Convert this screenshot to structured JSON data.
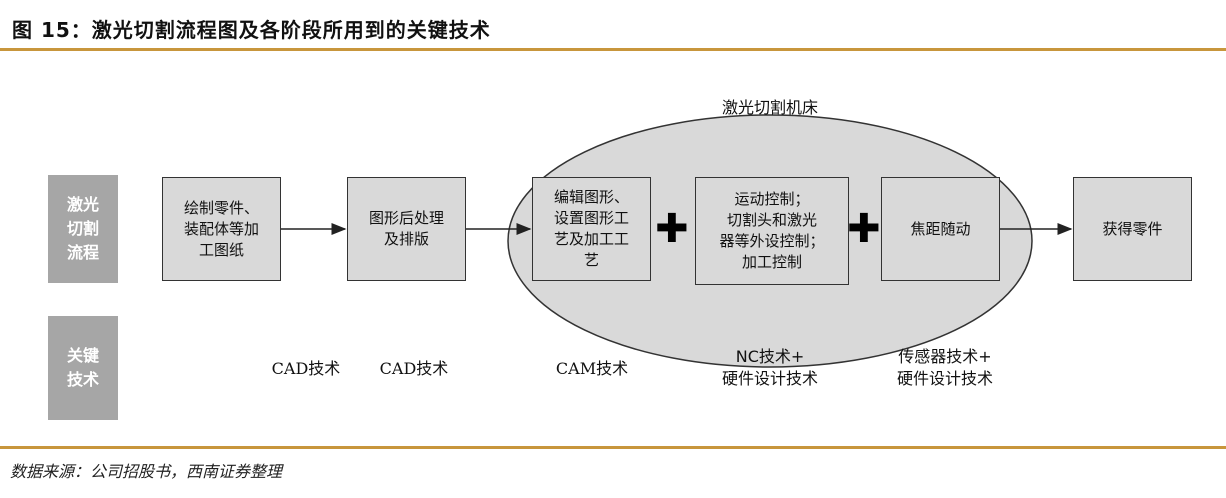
{
  "title": "图 15：激光切割流程图及各阶段所用到的关键技术",
  "source": "数据来源：公司招股书，西南证券整理",
  "machine_label": "激光切割机床",
  "side_labels": {
    "flow": "激光\n切割\n流程",
    "tech": "关键\n技术"
  },
  "steps": [
    "绘制零件、\n装配体等加\n工图纸",
    "图形后处理\n及排版",
    "编辑图形、\n设置图形工\n艺及加工工\n艺",
    "运动控制；\n切割头和激光\n器等外设控制；\n加工控制",
    "焦距随动",
    "获得零件"
  ],
  "plus_symbols": [
    "✚",
    "✚"
  ],
  "technologies": [
    "CAD技术",
    "CAD技术",
    "CAM技术",
    "NC技术+\n硬件设计技术",
    "传感器技术+\n硬件设计技术"
  ],
  "colors": {
    "rule": "#c8963c",
    "side_label_bg": "#a6a6a6",
    "box_fill": "#d9d9d9",
    "ellipse_fill": "#d9d9d9"
  }
}
